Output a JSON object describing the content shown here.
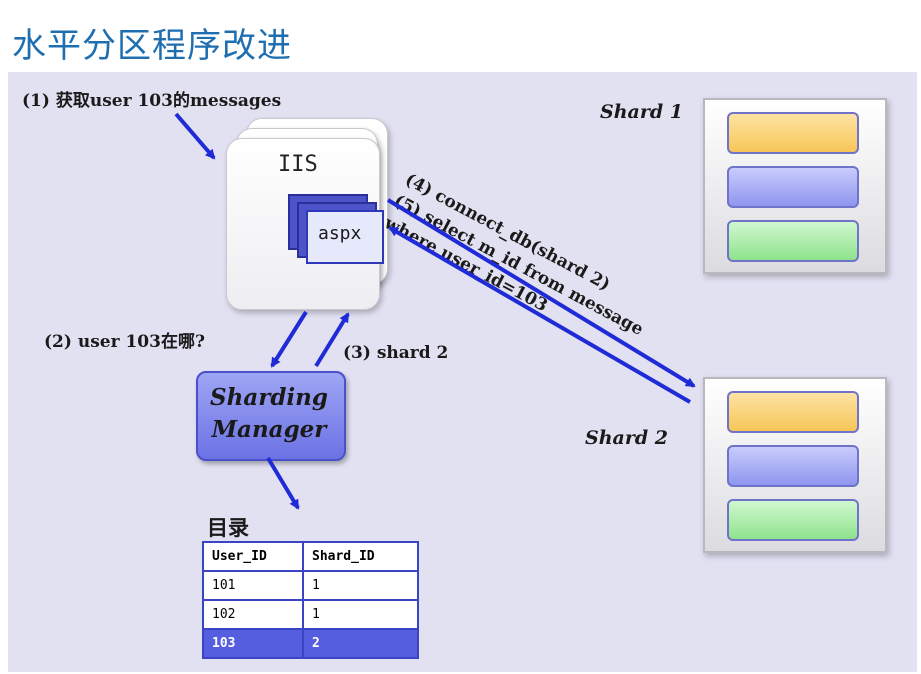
{
  "title": "水平分区程序改进",
  "steps": {
    "step1": "(1) 获取user 103的messages",
    "step2": "(2) user 103在哪?",
    "step3": "(3) shard 2",
    "step4": "(4) connect_db(shard 2)",
    "step5": "(5) select m_id from message",
    "step5b": "where user_id=103"
  },
  "web_server": {
    "iis_label": "IIS",
    "aspx_label": "aspx"
  },
  "sharding_manager": {
    "line1": "Sharding",
    "line2": "Manager"
  },
  "shards": [
    {
      "label": "Shard 1"
    },
    {
      "label": "Shard 2"
    }
  ],
  "directory": {
    "title": "目录",
    "columns": [
      "User_ID",
      "Shard_ID"
    ],
    "rows": [
      [
        "101",
        "1"
      ],
      [
        "102",
        "1"
      ],
      [
        "103",
        "2"
      ]
    ],
    "highlighted_row": 2
  },
  "colors": {
    "title": "#1f6fb0",
    "arrow": "#1f2bd6",
    "canvas": "#e2e1f2",
    "highlight": "#565ee0"
  }
}
